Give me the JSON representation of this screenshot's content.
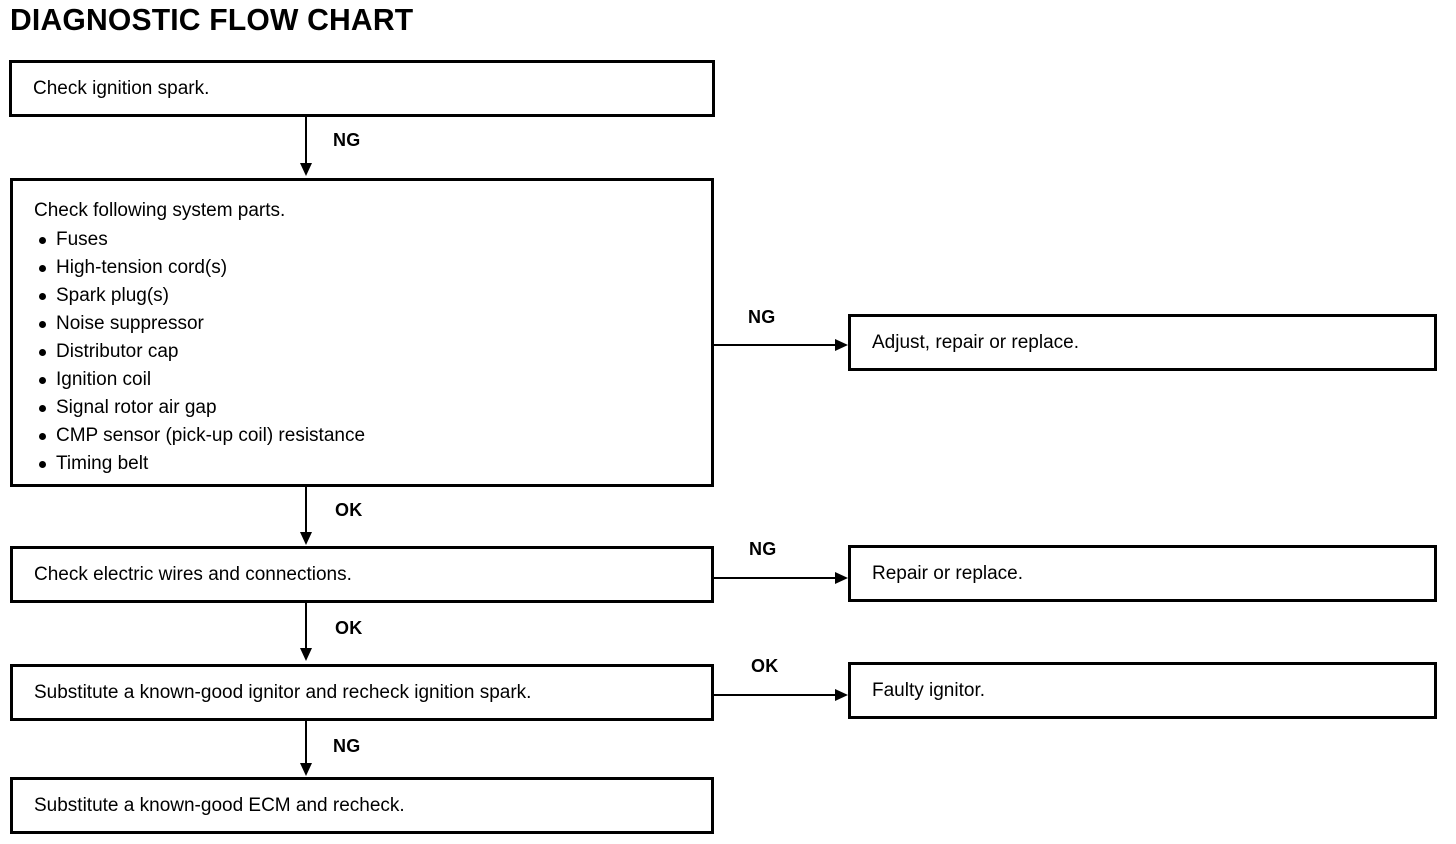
{
  "title": "DIAGNOSTIC FLOW CHART",
  "nodes": {
    "check_spark": "Check ignition spark.",
    "check_parts_heading": "Check following system parts.",
    "check_parts_items": [
      "Fuses",
      "High-tension cord(s)",
      "Spark plug(s)",
      "Noise suppressor",
      "Distributor cap",
      "Ignition coil",
      "Signal rotor air gap",
      "CMP sensor (pick-up coil) resistance",
      "Timing belt"
    ],
    "check_wires": "Check electric wires and connections.",
    "substitute_ignitor": "Substitute a known-good ignitor and recheck ignition spark.",
    "substitute_ecm": "Substitute a known-good ECM and recheck.",
    "adjust_repair_replace": "Adjust, repair or replace.",
    "repair_or_replace": "Repair or replace.",
    "faulty_ignitor": "Faulty ignitor."
  },
  "edges": {
    "spark_to_parts": "NG",
    "parts_to_adjust": "NG",
    "parts_to_wires": "OK",
    "wires_to_repair": "NG",
    "wires_to_ignitor": "OK",
    "ignitor_to_faulty": "OK",
    "ignitor_to_ecm": "NG"
  },
  "colors": {
    "ink": "#000000",
    "paper": "#ffffff"
  }
}
